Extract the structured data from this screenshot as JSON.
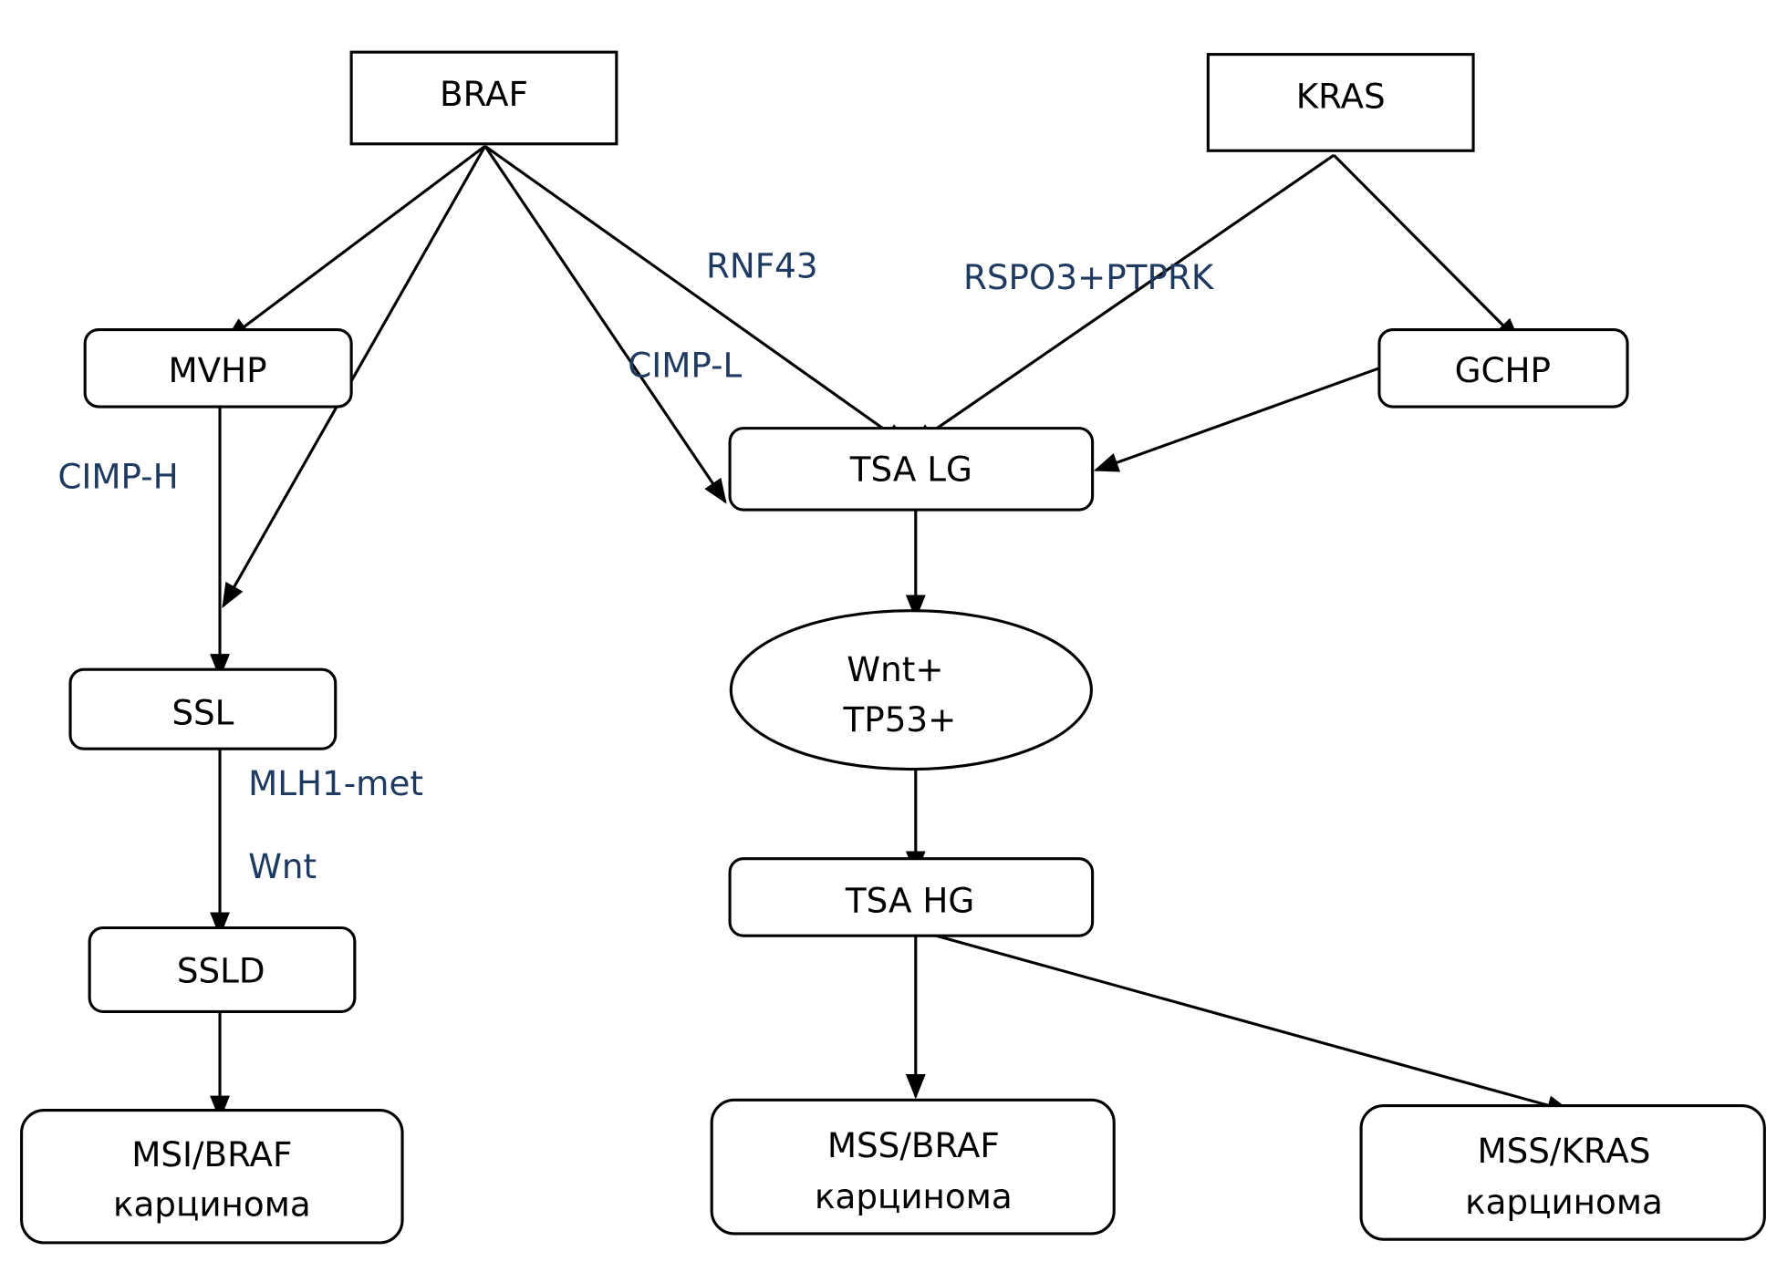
{
  "diagram": {
    "nodes": {
      "braf": {
        "label": "BRAF"
      },
      "kras": {
        "label": "KRAS"
      },
      "mvhp": {
        "label": "MVHP"
      },
      "gchp": {
        "label": "GCHP"
      },
      "tsa_lg": {
        "label": "TSA LG"
      },
      "wnt_tp53": {
        "line1": "Wnt+",
        "line2": "TP53+"
      },
      "ssl": {
        "label": "SSL"
      },
      "tsa_hg": {
        "label": "TSA HG"
      },
      "ssld": {
        "label": "SSLD"
      },
      "msi_braf": {
        "line1": "MSI/BRAF",
        "line2": "карцинома"
      },
      "mss_braf": {
        "line1": "MSS/BRAF",
        "line2": "карцинома"
      },
      "mss_kras": {
        "line1": "MSS/KRAS",
        "line2": "карцинома"
      }
    },
    "edge_labels": {
      "rnf43": "RNF43",
      "rspo3_ptprk": "RSPO3+PTPRK",
      "cimp_l": "CIMP-L",
      "cimp_h": "CIMP-H",
      "mlh1_met": "MLH1-met",
      "wnt": "Wnt"
    },
    "colors": {
      "label_color": "#1f3a60",
      "stroke": "#000000"
    }
  }
}
